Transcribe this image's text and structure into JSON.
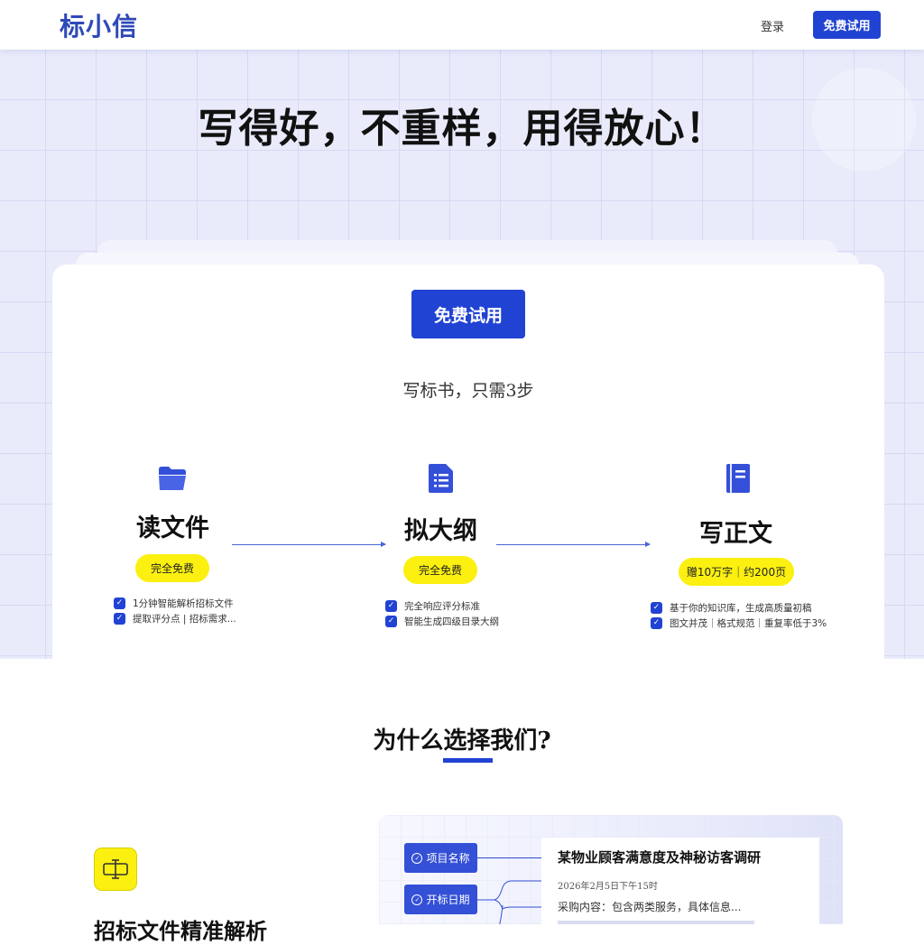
{
  "nav": {
    "logo": "标小信",
    "login_label": "登录",
    "cta_label": "免费试用"
  },
  "hero": {
    "headline": "写得好，不重样，用得放心！",
    "cta_label": "免费试用",
    "subtitle": "写标书，只需3步",
    "steps": [
      {
        "icon": "folder-icon",
        "title": "读文件",
        "badge": "完全免费",
        "features": [
          "1分钟智能解析招标文件",
          "提取评分点 | 招标需求..."
        ]
      },
      {
        "icon": "document-icon",
        "title": "拟大纲",
        "badge": "完全免费",
        "features": [
          "完全响应评分标准",
          "智能生成四级目录大纲"
        ]
      },
      {
        "icon": "book-icon",
        "title": "写正文",
        "badge": "赠10万字｜约200页",
        "features": [
          "基于你的知识库，生成高质量初稿",
          "图文并茂｜格式规范｜重复率低于3%"
        ]
      }
    ]
  },
  "why": {
    "title": "为什么选择我们?",
    "feature_icon": "text-cursor-icon",
    "feature_heading": "招标文件精准解析",
    "demo": {
      "tags": [
        "项目名称",
        "开标日期"
      ],
      "doc_title": "某物业顾客满意度及神秘访客调研",
      "doc_date": "2026年2月5日下午15时",
      "doc_content": "采购内容：包含两类服务，具体信息..."
    }
  },
  "colors": {
    "primary": "#2143d3",
    "highlight": "#fbf010",
    "hero_bg": "#e9ebfb"
  }
}
